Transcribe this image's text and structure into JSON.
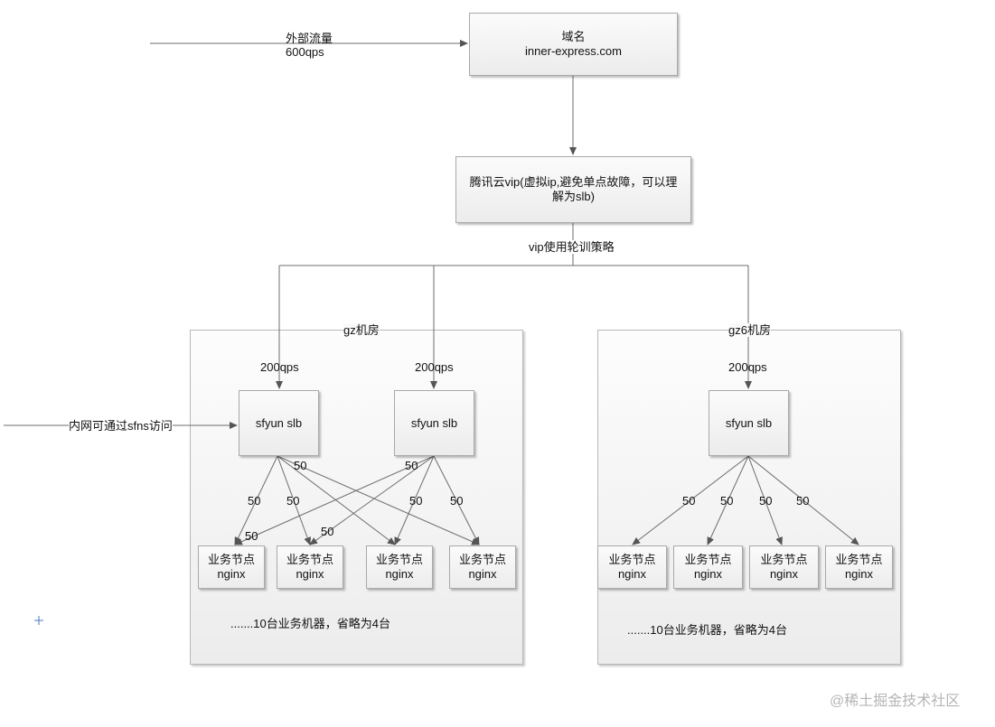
{
  "external": {
    "label_line1": "外部流量",
    "label_line2": "600qps"
  },
  "domain_box": {
    "line1": "域名",
    "line2": "inner-express.com"
  },
  "vip_box": {
    "line1": "腾讯云vip(虚拟ip,避免单点故障，可以理",
    "line2": "解为slb)"
  },
  "vip_strategy": "vip使用轮训策略",
  "rooms": [
    {
      "name": "gz机房",
      "slb_labels": [
        "sfyun slb",
        "sfyun slb"
      ],
      "qps": [
        "200qps",
        "200qps"
      ],
      "node_line1": "业务节点",
      "node_line2": "nginx",
      "footer": ".......10台业务机器，省略为4台"
    },
    {
      "name": "gz6机房",
      "slb_labels": [
        "sfyun slb"
      ],
      "qps": [
        "200qps"
      ],
      "node_line1": "业务节点",
      "node_line2": "nginx",
      "footer": ".......10台业务机器，省略为4台"
    }
  ],
  "internal_access": "内网可通过sfns访问",
  "edge_weight": "50",
  "watermark": "@稀土掘金技术社区"
}
